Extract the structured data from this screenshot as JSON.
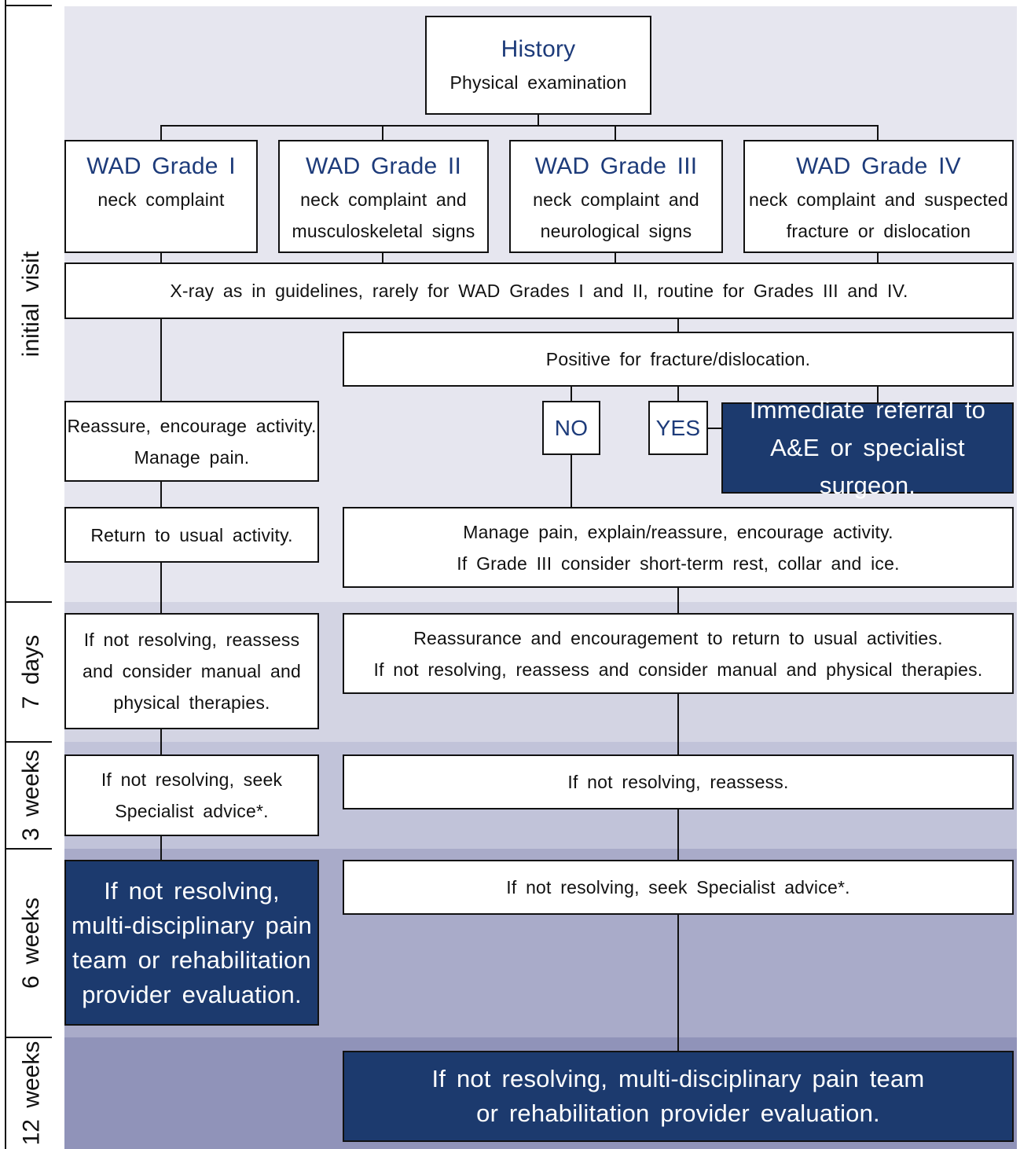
{
  "timeline": {
    "initial": "initial visit",
    "days7": "7 days",
    "weeks3": "3 weeks",
    "weeks6": "6 weeks",
    "weeks12": "12 weeks"
  },
  "history": {
    "title": "History",
    "subtitle": "Physical examination"
  },
  "grades": [
    {
      "title": "WAD Grade I",
      "desc1": "neck complaint",
      "desc2": ""
    },
    {
      "title": "WAD Grade II",
      "desc1": "neck complaint and",
      "desc2": "musculoskeletal signs"
    },
    {
      "title": "WAD Grade III",
      "desc1": "neck complaint and",
      "desc2": "neurological signs"
    },
    {
      "title": "WAD Grade IV",
      "desc1": "neck complaint and suspected",
      "desc2": "fracture or dislocation"
    }
  ],
  "xray": "X-ray as in guidelines, rarely for WAD Grades I and II, routine for Grades III and IV.",
  "positive": "Positive for fracture/dislocation.",
  "no_label": "NO",
  "yes_label": "YES",
  "referral": {
    "line1": "Immediate referral to",
    "line2": "A&E or specialist surgeon."
  },
  "left": {
    "reassure1": "Reassure, encourage activity.",
    "reassure2": "Manage pain.",
    "return": "Return to usual activity.",
    "day7_1": "If not resolving, reassess",
    "day7_2": "and consider manual and",
    "day7_3": "physical therapies.",
    "week3_1": "If not resolving, seek",
    "week3_2": "Specialist advice*.",
    "week6_1": "If not resolving,",
    "week6_2": "multi-disciplinary pain",
    "week6_3": "team or rehabilitation",
    "week6_4": "provider evaluation."
  },
  "right": {
    "manage1": "Manage pain, explain/reassure, encourage activity.",
    "manage2": "If Grade III consider short-term rest, collar and ice.",
    "day7_1": "Reassurance and encouragement to return to usual activities.",
    "day7_2": "If not resolving, reassess and consider manual and physical therapies.",
    "week3": "If not resolving, reassess.",
    "week6": "If not resolving, seek Specialist advice*.",
    "week12_1": "If not resolving, multi-disciplinary pain team",
    "week12_2": "or rehabilitation provider evaluation."
  }
}
